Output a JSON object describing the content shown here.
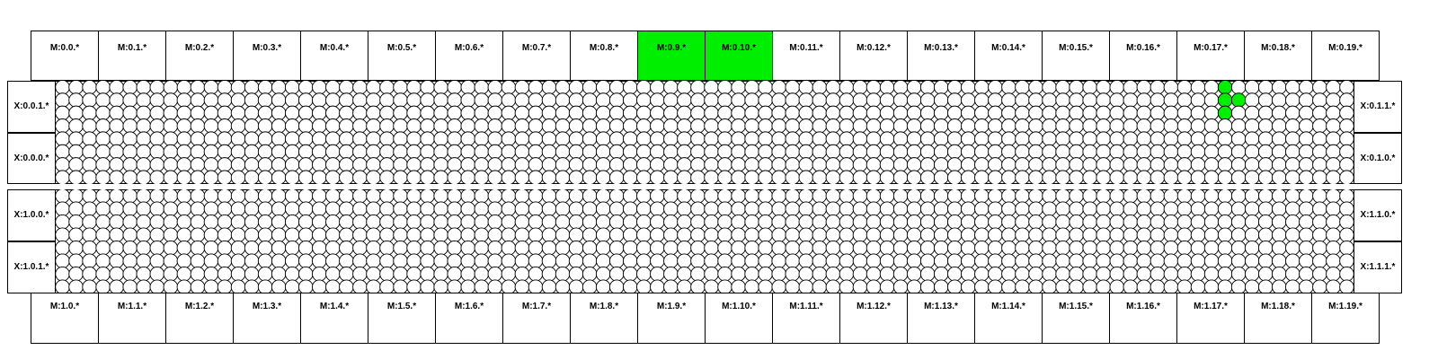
{
  "colors": {
    "highlight": "#00ee00",
    "stroke": "#000000",
    "background": "#ffffff"
  },
  "top_row": {
    "labels": [
      "M:0.0.*",
      "M:0.1.*",
      "M:0.2.*",
      "M:0.3.*",
      "M:0.4.*",
      "M:0.5.*",
      "M:0.6.*",
      "M:0.7.*",
      "M:0.8.*",
      "M:0.9.*",
      "M:0.10.*",
      "M:0.11.*",
      "M:0.12.*",
      "M:0.13.*",
      "M:0.14.*",
      "M:0.15.*",
      "M:0.16.*",
      "M:0.17.*",
      "M:0.18.*",
      "M:0.19.*"
    ],
    "highlighted": [
      "M:0.9.*",
      "M:0.10.*"
    ]
  },
  "bottom_row": {
    "labels": [
      "M:1.0.*",
      "M:1.1.*",
      "M:1.2.*",
      "M:1.3.*",
      "M:1.4.*",
      "M:1.5.*",
      "M:1.6.*",
      "M:1.7.*",
      "M:1.8.*",
      "M:1.9.*",
      "M:1.10.*",
      "M:1.11.*",
      "M:1.12.*",
      "M:1.13.*",
      "M:1.14.*",
      "M:1.15.*",
      "M:1.16.*",
      "M:1.17.*",
      "M:1.18.*",
      "M:1.19.*"
    ],
    "highlighted": []
  },
  "panel_0": {
    "left_labels": [
      "X:0.0.1.*",
      "X:0.0.0.*"
    ],
    "right_labels": [
      "X:0.1.1.*",
      "X:0.1.0.*"
    ]
  },
  "panel_1": {
    "left_labels": [
      "X:1.0.0.*",
      "X:1.0.1.*"
    ],
    "right_labels": [
      "X:1.1.0.*",
      "X:1.1.1.*"
    ]
  },
  "node_grid": {
    "columns": 96,
    "rows_per_panel": 8,
    "node_shape": "circle"
  },
  "highlighted_nodes": {
    "panel": 0,
    "column_index": 86,
    "pattern": "triangle-cluster"
  }
}
